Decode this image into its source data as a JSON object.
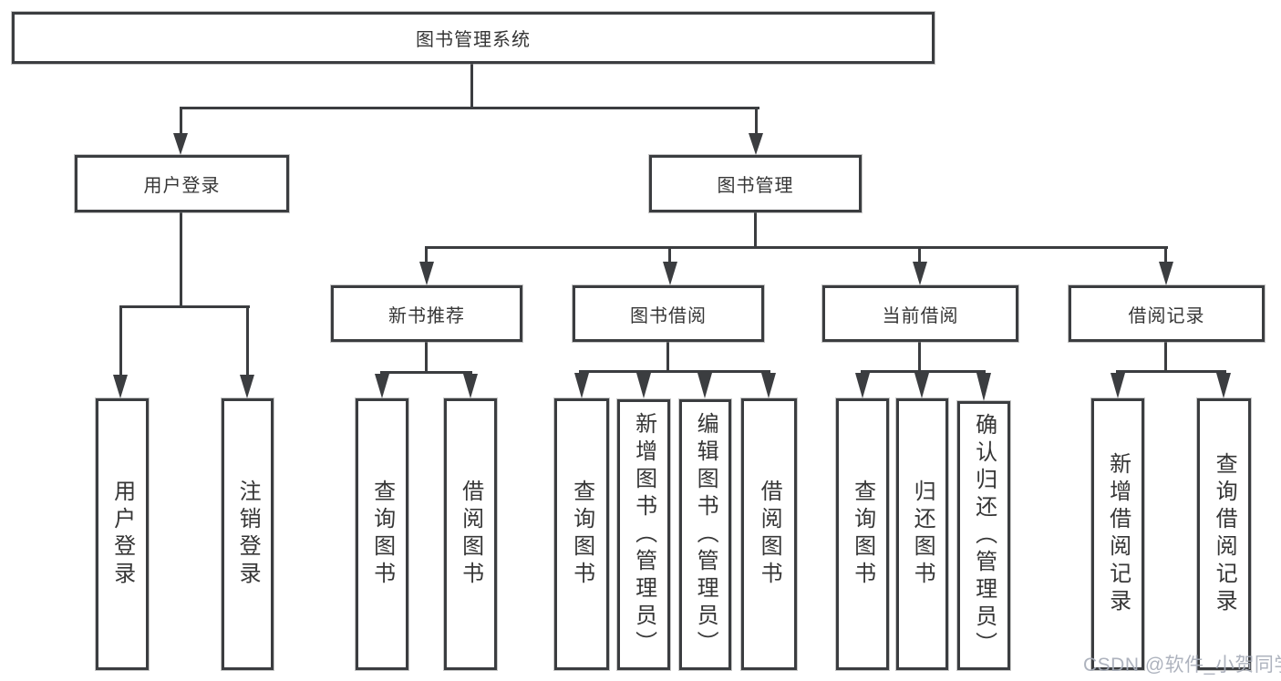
{
  "root": {
    "label": "图书管理系统"
  },
  "login": {
    "label": "用户登录",
    "children": [
      {
        "label": "用户登录"
      },
      {
        "label": "注销登录"
      }
    ]
  },
  "management": {
    "label": "图书管理",
    "sections": [
      {
        "label": "新书推荐",
        "children": [
          {
            "label": "查询图书"
          },
          {
            "label": "借阅图书"
          }
        ]
      },
      {
        "label": "图书借阅",
        "children": [
          {
            "label": "查询图书"
          },
          {
            "label": "新增图书（管理员）"
          },
          {
            "label": "编辑图书（管理员）"
          },
          {
            "label": "借阅图书"
          }
        ]
      },
      {
        "label": "当前借阅",
        "children": [
          {
            "label": "查询图书"
          },
          {
            "label": "归还图书"
          },
          {
            "label": "确认归还（管理员）"
          }
        ]
      },
      {
        "label": "借阅记录",
        "children": [
          {
            "label": "新增借阅记录"
          },
          {
            "label": "查询借阅记录"
          }
        ]
      }
    ]
  },
  "watermark": {
    "text": "CSDN @软件_小贺同学"
  },
  "colors": {
    "line": "#3b3d40",
    "text": "#363636",
    "background": "#ffffff",
    "watermark": "#a7adb8"
  }
}
